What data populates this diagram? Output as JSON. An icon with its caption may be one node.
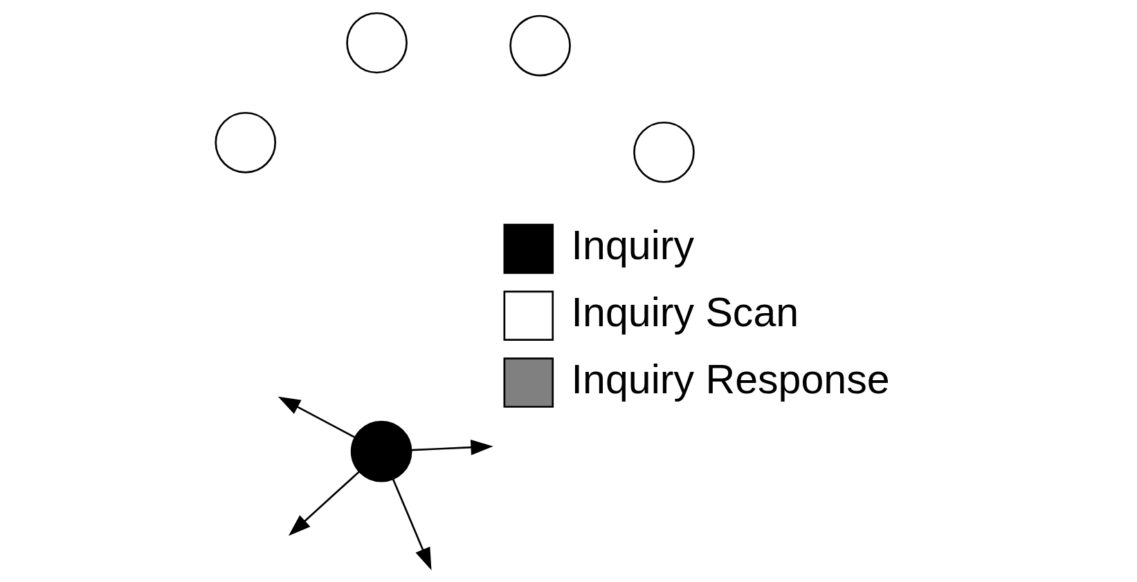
{
  "diagram": {
    "nodes": [
      {
        "text": [],
        "shape": "circle"
      },
      {
        "text": [],
        "shape": "circle"
      },
      {
        "text": [],
        "shape": "circle"
      },
      {
        "text": [],
        "shape": "circle"
      },
      {
        "text": [],
        "shape": "circle"
      }
    ],
    "edges": [
      {
        "from": 2,
        "to": null,
        "arrow": "to"
      },
      {
        "from": 2,
        "to": null,
        "arrow": "to"
      },
      {
        "from": 2,
        "to": null,
        "arrow": "to"
      },
      {
        "from": 2,
        "to": null,
        "arrow": "to"
      }
    ],
    "legend": [
      {
        "text": "Inquiry",
        "color": "#000000"
      },
      {
        "text": "Inquiry Scan",
        "color": "#ffffff"
      },
      {
        "text": "Inquiry Response",
        "color": "#808080"
      }
    ]
  }
}
